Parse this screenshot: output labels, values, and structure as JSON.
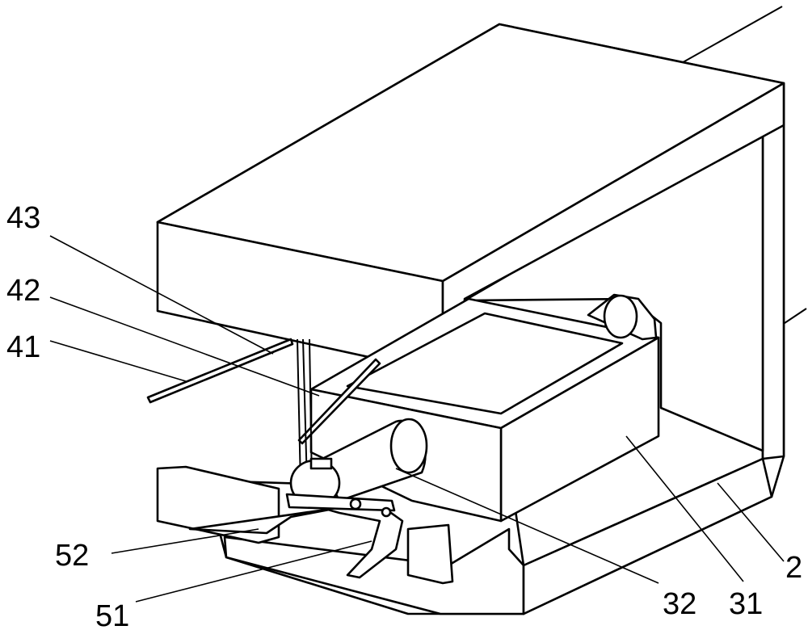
{
  "figure": {
    "labels": {
      "l43": "43",
      "l42": "42",
      "l41": "41",
      "l52": "52",
      "l51": "51",
      "l32": "32",
      "l31": "31",
      "l2": "2"
    }
  }
}
